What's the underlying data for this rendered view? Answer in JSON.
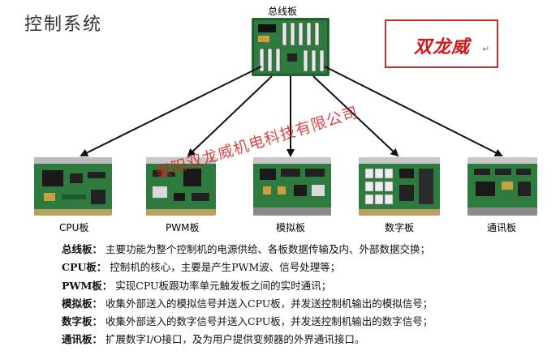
{
  "title": "控制系统",
  "bus_board": {
    "label": "总线板"
  },
  "brand": {
    "text": "双龙威",
    "mark": "↵"
  },
  "boards": [
    {
      "id": "cpu",
      "label": "CPU板"
    },
    {
      "id": "pwm",
      "label": "PWM板"
    },
    {
      "id": "analog",
      "label": "模拟板"
    },
    {
      "id": "digital",
      "label": "数字板"
    },
    {
      "id": "comm",
      "label": "通讯板"
    }
  ],
  "watermark": "襄阳双龙威机电科技有限公司",
  "descriptions": [
    {
      "key": "总线板：",
      "text": "主要功能为整个控制机的电源供给、各板数据传输及内、外部数据交换；"
    },
    {
      "key": "CPU板：",
      "text": "控制机的核心，主要是产生PWM波、信号处理等；"
    },
    {
      "key": "PWM板：",
      "text": "实现CPU板跟功率单元触发板之间的实时通讯；"
    },
    {
      "key": "模拟板：",
      "text": "收集外部送入的模拟信号并送入CPU板，并发送控制机输出的模拟信号；"
    },
    {
      "key": "数字板：",
      "text": "收集外部送入的数字信号并送入CPU板，并发送控制机输出的数字信号；"
    },
    {
      "key": "通讯板：",
      "text": "扩展数字I/O接口，及为用户提供变频器的外界通讯接口。"
    }
  ],
  "colors": {
    "pcb": "#2f7a3e",
    "pcb_dark": "#1f5a2c",
    "brand_red": "#d01818",
    "arrow": "#111111"
  }
}
